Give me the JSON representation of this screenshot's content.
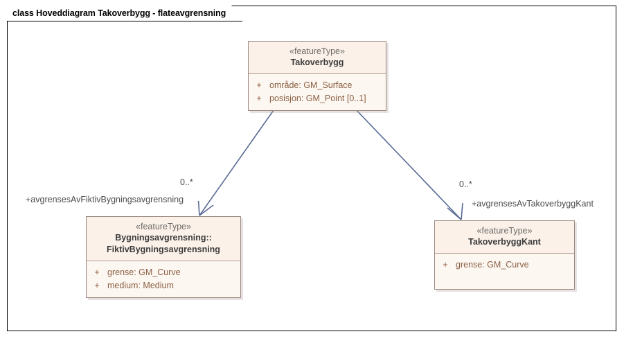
{
  "diagram": {
    "title": "class Hoveddiagram Takoverbygg - flateavgrensning",
    "frame_border_color": "#000000",
    "classes": [
      {
        "id": "takoverbygg",
        "stereotype": "«featureType»",
        "name_lines": [
          "Takoverbygg"
        ],
        "attributes": [
          {
            "visibility": "+",
            "text": "område: GM_Surface"
          },
          {
            "visibility": "+",
            "text": "posisjon: GM_Point [0..1]"
          }
        ]
      },
      {
        "id": "fiktivbygningsavgrensning",
        "stereotype": "«featureType»",
        "name_lines": [
          "Bygningsavgrensning::",
          "FiktivBygningsavgrensning"
        ],
        "attributes": [
          {
            "visibility": "+",
            "text": "grense: GM_Curve"
          },
          {
            "visibility": "+",
            "text": "medium: Medium"
          }
        ]
      },
      {
        "id": "takoverbyggkant",
        "stereotype": "«featureType»",
        "name_lines": [
          "TakoverbyggKant"
        ],
        "attributes": [
          {
            "visibility": "+",
            "text": "grense: GM_Curve"
          }
        ]
      }
    ],
    "associations": [
      {
        "id": "assoc-fiktiv",
        "role": "+avgrensesAvFiktivBygningsavgrensning",
        "multiplicity": "0..*",
        "from": "takoverbygg",
        "to": "fiktivbygningsavgrensning"
      },
      {
        "id": "assoc-kant",
        "role": "+avgrensesAvTakoverbyggKant",
        "multiplicity": "0..*",
        "from": "takoverbygg",
        "to": "takoverbyggkant"
      }
    ],
    "colors": {
      "class_fill": "#fdf7f2",
      "class_header_fill": "#fbf1e9",
      "class_border": "#9c8a80",
      "attribute_text": "#8a5f42",
      "stereotype_text": "#6d6b68",
      "connector": "#5a6a94",
      "label_text": "#4d4d4d"
    }
  }
}
